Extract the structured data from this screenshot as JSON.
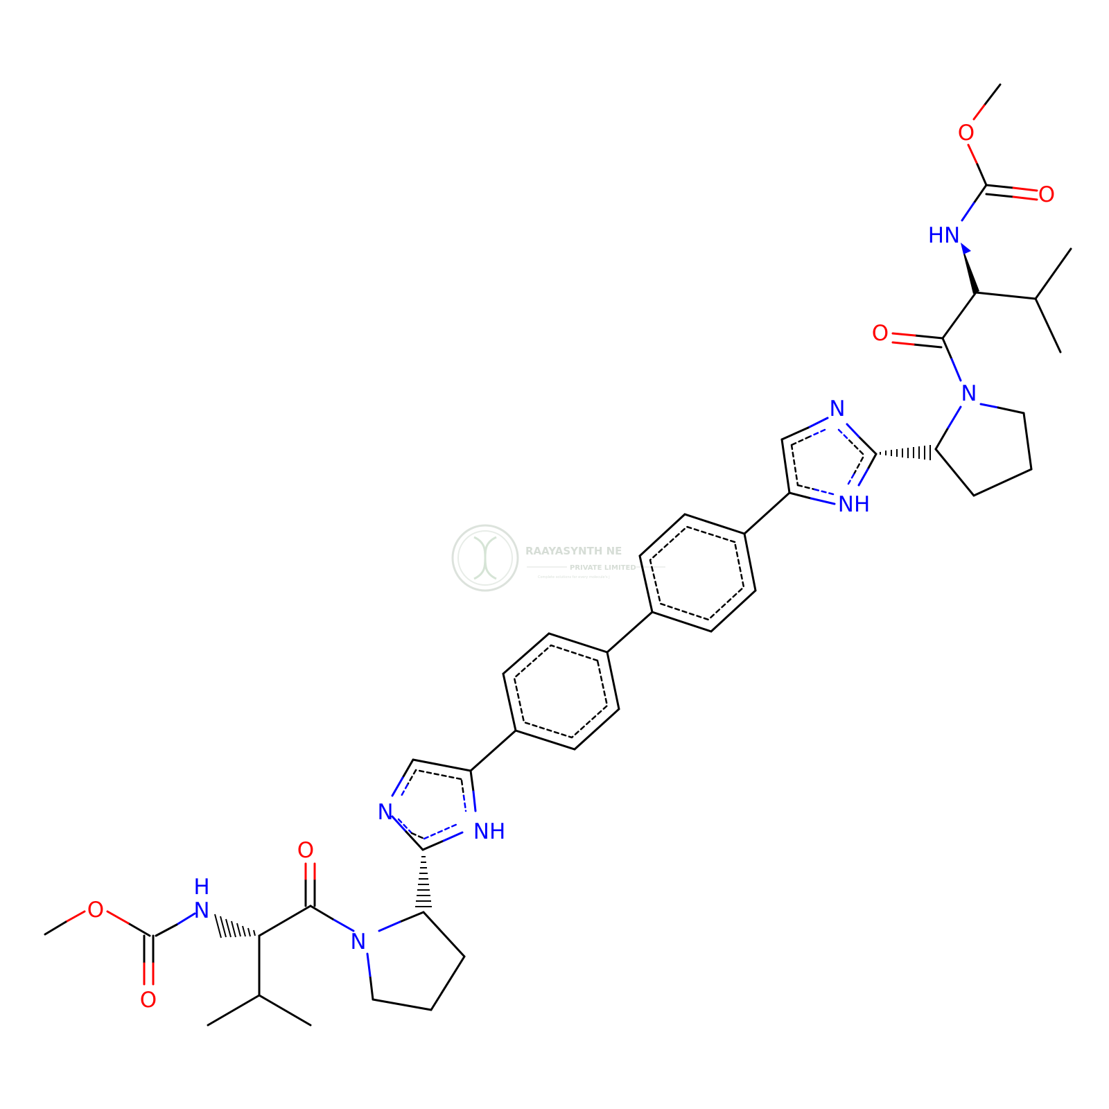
{
  "figure": {
    "type": "chemical-structure",
    "colors": {
      "carbon": "#000000",
      "nitrogen": "#0000ff",
      "oxygen": "#ff0000",
      "watermark": "#cfd8cf"
    }
  },
  "watermark": {
    "title": "RAAYASYNTH NE",
    "subtitle": "PRIVATE LIMITED",
    "tagline": "Complete solutions for every molecule's j"
  },
  "atoms": {
    "o_methoxy_top": "O",
    "o_carbonyl_top": "O",
    "nh_carbamate_top": "HN",
    "o_amide_top": "O",
    "n_pyrrolidine_top": "N",
    "n_imidazole_top": "N",
    "nh_imidazole_top": "NH",
    "n_imidazole_bottom": "N",
    "nh_imidazole_bottom": "NH",
    "o_amide_bottom": "O",
    "n_pyrrolidine_bottom": "N",
    "h_carbamate_bottom": "H",
    "n_carbamate_bottom": "N",
    "o_methoxy_bottom": "O",
    "o_carbonyl_bottom": "O"
  }
}
